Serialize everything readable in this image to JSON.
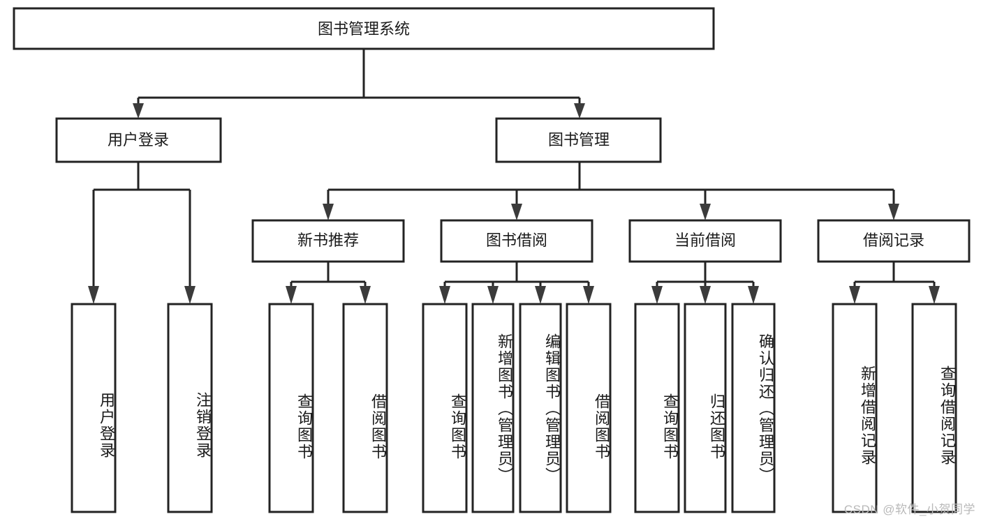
{
  "diagram": {
    "type": "tree-hierarchy",
    "title": "图书管理系统",
    "orientation": "top-down",
    "watermark": "CSDN @软件_小贺同学",
    "colors": {
      "box_fill": "#ffffff",
      "box_stroke": "#232323",
      "text": "#1a1a1a",
      "arrow": "#3b3b3b",
      "watermark": "#b9b9b9",
      "background": "#ffffff"
    },
    "nodes": {
      "root": {
        "label": "图书管理系统",
        "level": 0,
        "orientation": "horizontal"
      },
      "l1": [
        {
          "label": "用户登录",
          "level": 1,
          "orientation": "horizontal"
        },
        {
          "label": "图书管理",
          "level": 1,
          "orientation": "horizontal"
        }
      ],
      "l2": [
        {
          "label": "新书推荐",
          "level": 2,
          "orientation": "horizontal"
        },
        {
          "label": "图书借阅",
          "level": 2,
          "orientation": "horizontal"
        },
        {
          "label": "当前借阅",
          "level": 2,
          "orientation": "horizontal"
        },
        {
          "label": "借阅记录",
          "level": 2,
          "orientation": "horizontal"
        }
      ],
      "leaves": [
        {
          "label": "用户登录",
          "parent": "用户登录",
          "orientation": "vertical"
        },
        {
          "label": "注销登录",
          "parent": "用户登录",
          "orientation": "vertical"
        },
        {
          "label": "查询图书",
          "parent": "新书推荐",
          "orientation": "vertical"
        },
        {
          "label": "借阅图书",
          "parent": "新书推荐",
          "orientation": "vertical"
        },
        {
          "label": "查询图书",
          "parent": "图书借阅",
          "orientation": "vertical"
        },
        {
          "label": "新增图书（管理员）",
          "parent": "图书借阅",
          "orientation": "vertical"
        },
        {
          "label": "编辑图书（管理员）",
          "parent": "图书借阅",
          "orientation": "vertical"
        },
        {
          "label": "借阅图书",
          "parent": "图书借阅",
          "orientation": "vertical"
        },
        {
          "label": "查询图书",
          "parent": "当前借阅",
          "orientation": "vertical"
        },
        {
          "label": "归还图书",
          "parent": "当前借阅",
          "orientation": "vertical"
        },
        {
          "label": "确认归还（管理员）",
          "parent": "当前借阅",
          "orientation": "vertical"
        },
        {
          "label": "新增借阅记录",
          "parent": "借阅记录",
          "orientation": "vertical"
        },
        {
          "label": "查询借阅记录",
          "parent": "借阅记录",
          "orientation": "vertical"
        }
      ]
    },
    "edges": [
      {
        "from": "图书管理系统",
        "to": "用户登录"
      },
      {
        "from": "图书管理系统",
        "to": "图书管理"
      },
      {
        "from": "图书管理",
        "to": "新书推荐"
      },
      {
        "from": "图书管理",
        "to": "图书借阅"
      },
      {
        "from": "图书管理",
        "to": "当前借阅"
      },
      {
        "from": "图书管理",
        "to": "借阅记录"
      },
      {
        "from": "用户登录",
        "to": "用户登录"
      },
      {
        "from": "用户登录",
        "to": "注销登录"
      },
      {
        "from": "新书推荐",
        "to": "查询图书"
      },
      {
        "from": "新书推荐",
        "to": "借阅图书"
      },
      {
        "from": "图书借阅",
        "to": "查询图书"
      },
      {
        "from": "图书借阅",
        "to": "新增图书（管理员）"
      },
      {
        "from": "图书借阅",
        "to": "编辑图书（管理员）"
      },
      {
        "from": "图书借阅",
        "to": "借阅图书"
      },
      {
        "from": "当前借阅",
        "to": "查询图书"
      },
      {
        "from": "当前借阅",
        "to": "归还图书"
      },
      {
        "from": "当前借阅",
        "to": "确认归还（管理员）"
      },
      {
        "from": "借阅记录",
        "to": "新增借阅记录"
      },
      {
        "from": "借阅记录",
        "to": "查询借阅记录"
      }
    ]
  }
}
